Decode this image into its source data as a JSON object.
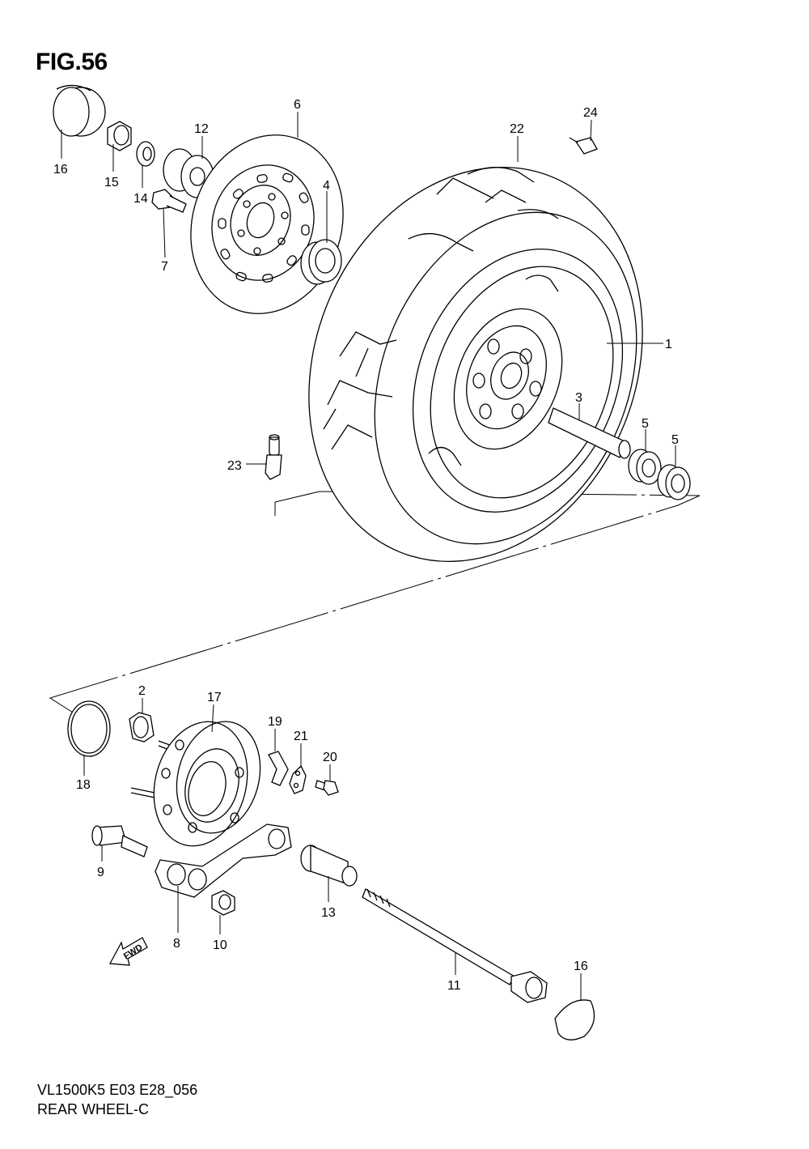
{
  "figure": {
    "title": "FIG.56",
    "model_code": "VL1500K5 E03 E28_056",
    "caption": "REAR WHEEL-C",
    "fwd_label": "FWD"
  },
  "callouts": {
    "p1": "1",
    "p2": "2",
    "p3": "3",
    "p4": "4",
    "p5a": "5",
    "p5b": "5",
    "p6": "6",
    "p7": "7",
    "p8": "8",
    "p9": "9",
    "p10": "10",
    "p11": "11",
    "p12": "12",
    "p13": "13",
    "p14": "14",
    "p15": "15",
    "p16a": "16",
    "p16b": "16",
    "p17": "17",
    "p18": "18",
    "p19": "19",
    "p20": "20",
    "p21": "21",
    "p22": "22",
    "p23": "23",
    "p24": "24"
  }
}
